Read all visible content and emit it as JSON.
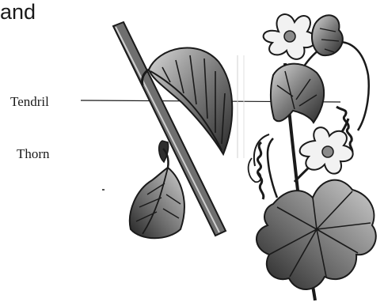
{
  "header": {
    "text": "and"
  },
  "labels": {
    "tendril": "Tendril",
    "thorn": "Thorn"
  },
  "colors": {
    "ink": "#1a1a1a",
    "leaf_dark": "#3a3a3a",
    "leaf_mid": "#7a7a7a",
    "leaf_light": "#c8c8c8"
  }
}
